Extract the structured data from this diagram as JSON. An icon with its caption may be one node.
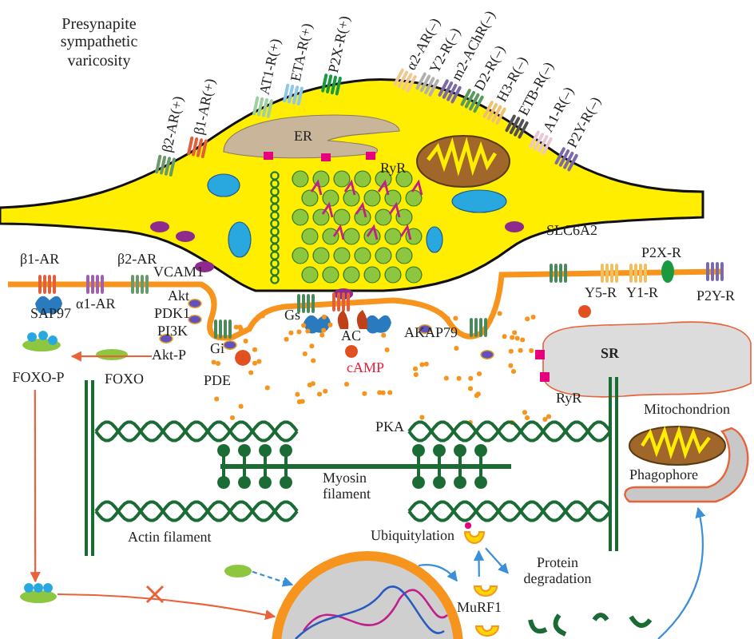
{
  "diagram": {
    "nodes": [
      {
        "text": [
          "Akt-P"
        ]
      },
      {
        "text": [
          "FOXO-P"
        ]
      },
      {
        "text": [],
        "shape": "ellipse"
      },
      {
        "text": [],
        "shape": "ellipse"
      },
      {
        "text": [],
        "shape": "picture"
      },
      {
        "text": [
          "MuRF1"
        ]
      },
      {
        "text": [
          "Ubiquitylation"
        ]
      },
      {
        "text": [
          "Protein degradation"
        ]
      },
      {
        "text": [
          "Phagophore"
        ]
      }
    ],
    "edges": [
      {
        "from": 0,
        "to": 1,
        "arrow": "to",
        "color": "#e8623a"
      },
      {
        "from": 1,
        "to": 2,
        "arrow": "to",
        "color": "#e8623a"
      },
      {
        "from": 2,
        "to": 4,
        "arrow": "to",
        "color": "#e8623a"
      },
      {
        "from": 3,
        "to": 4,
        "arrow": "to",
        "style": "dashed"
      },
      {
        "from": 4,
        "to": 5,
        "arrow": "to"
      },
      {
        "from": 5,
        "to": 6,
        "arrow": "to"
      },
      {
        "from": 6,
        "to": 7,
        "arrow": "to"
      },
      {
        "from": null,
        "to": 8,
        "arrow": "to"
      }
    ],
    "labels": [
      "Presynapite sympathetic varicosity",
      "β2-AR(+)",
      "β1-AR(+)",
      "AT1-R(+)",
      "ETA-R(+)",
      "P2X-R(+)",
      "α2-AR(–)",
      "Y2-R(–)",
      "m2-AChR(–)",
      "D2-R(–)",
      "H3-R(–)",
      "ETB-R(–)",
      "A1-R(–)",
      "P2Y-R(–)",
      "ER",
      "RyR",
      "β1-AR",
      "β2-AR",
      "SAP97",
      "α1-AR",
      "VCAM1",
      "Akt",
      "PDK1",
      "PI3K",
      "Gi",
      "SLC6A2",
      "P2X-R",
      "Y5-R",
      "Y1-R",
      "P2Y-R",
      "Gs",
      "AC",
      "AKAP79",
      "FOXO",
      "PDE",
      "cAMP",
      "SR",
      "RyR",
      "PKA",
      "Mitochondrion",
      "Myosin filament",
      "Actin filament"
    ]
  }
}
